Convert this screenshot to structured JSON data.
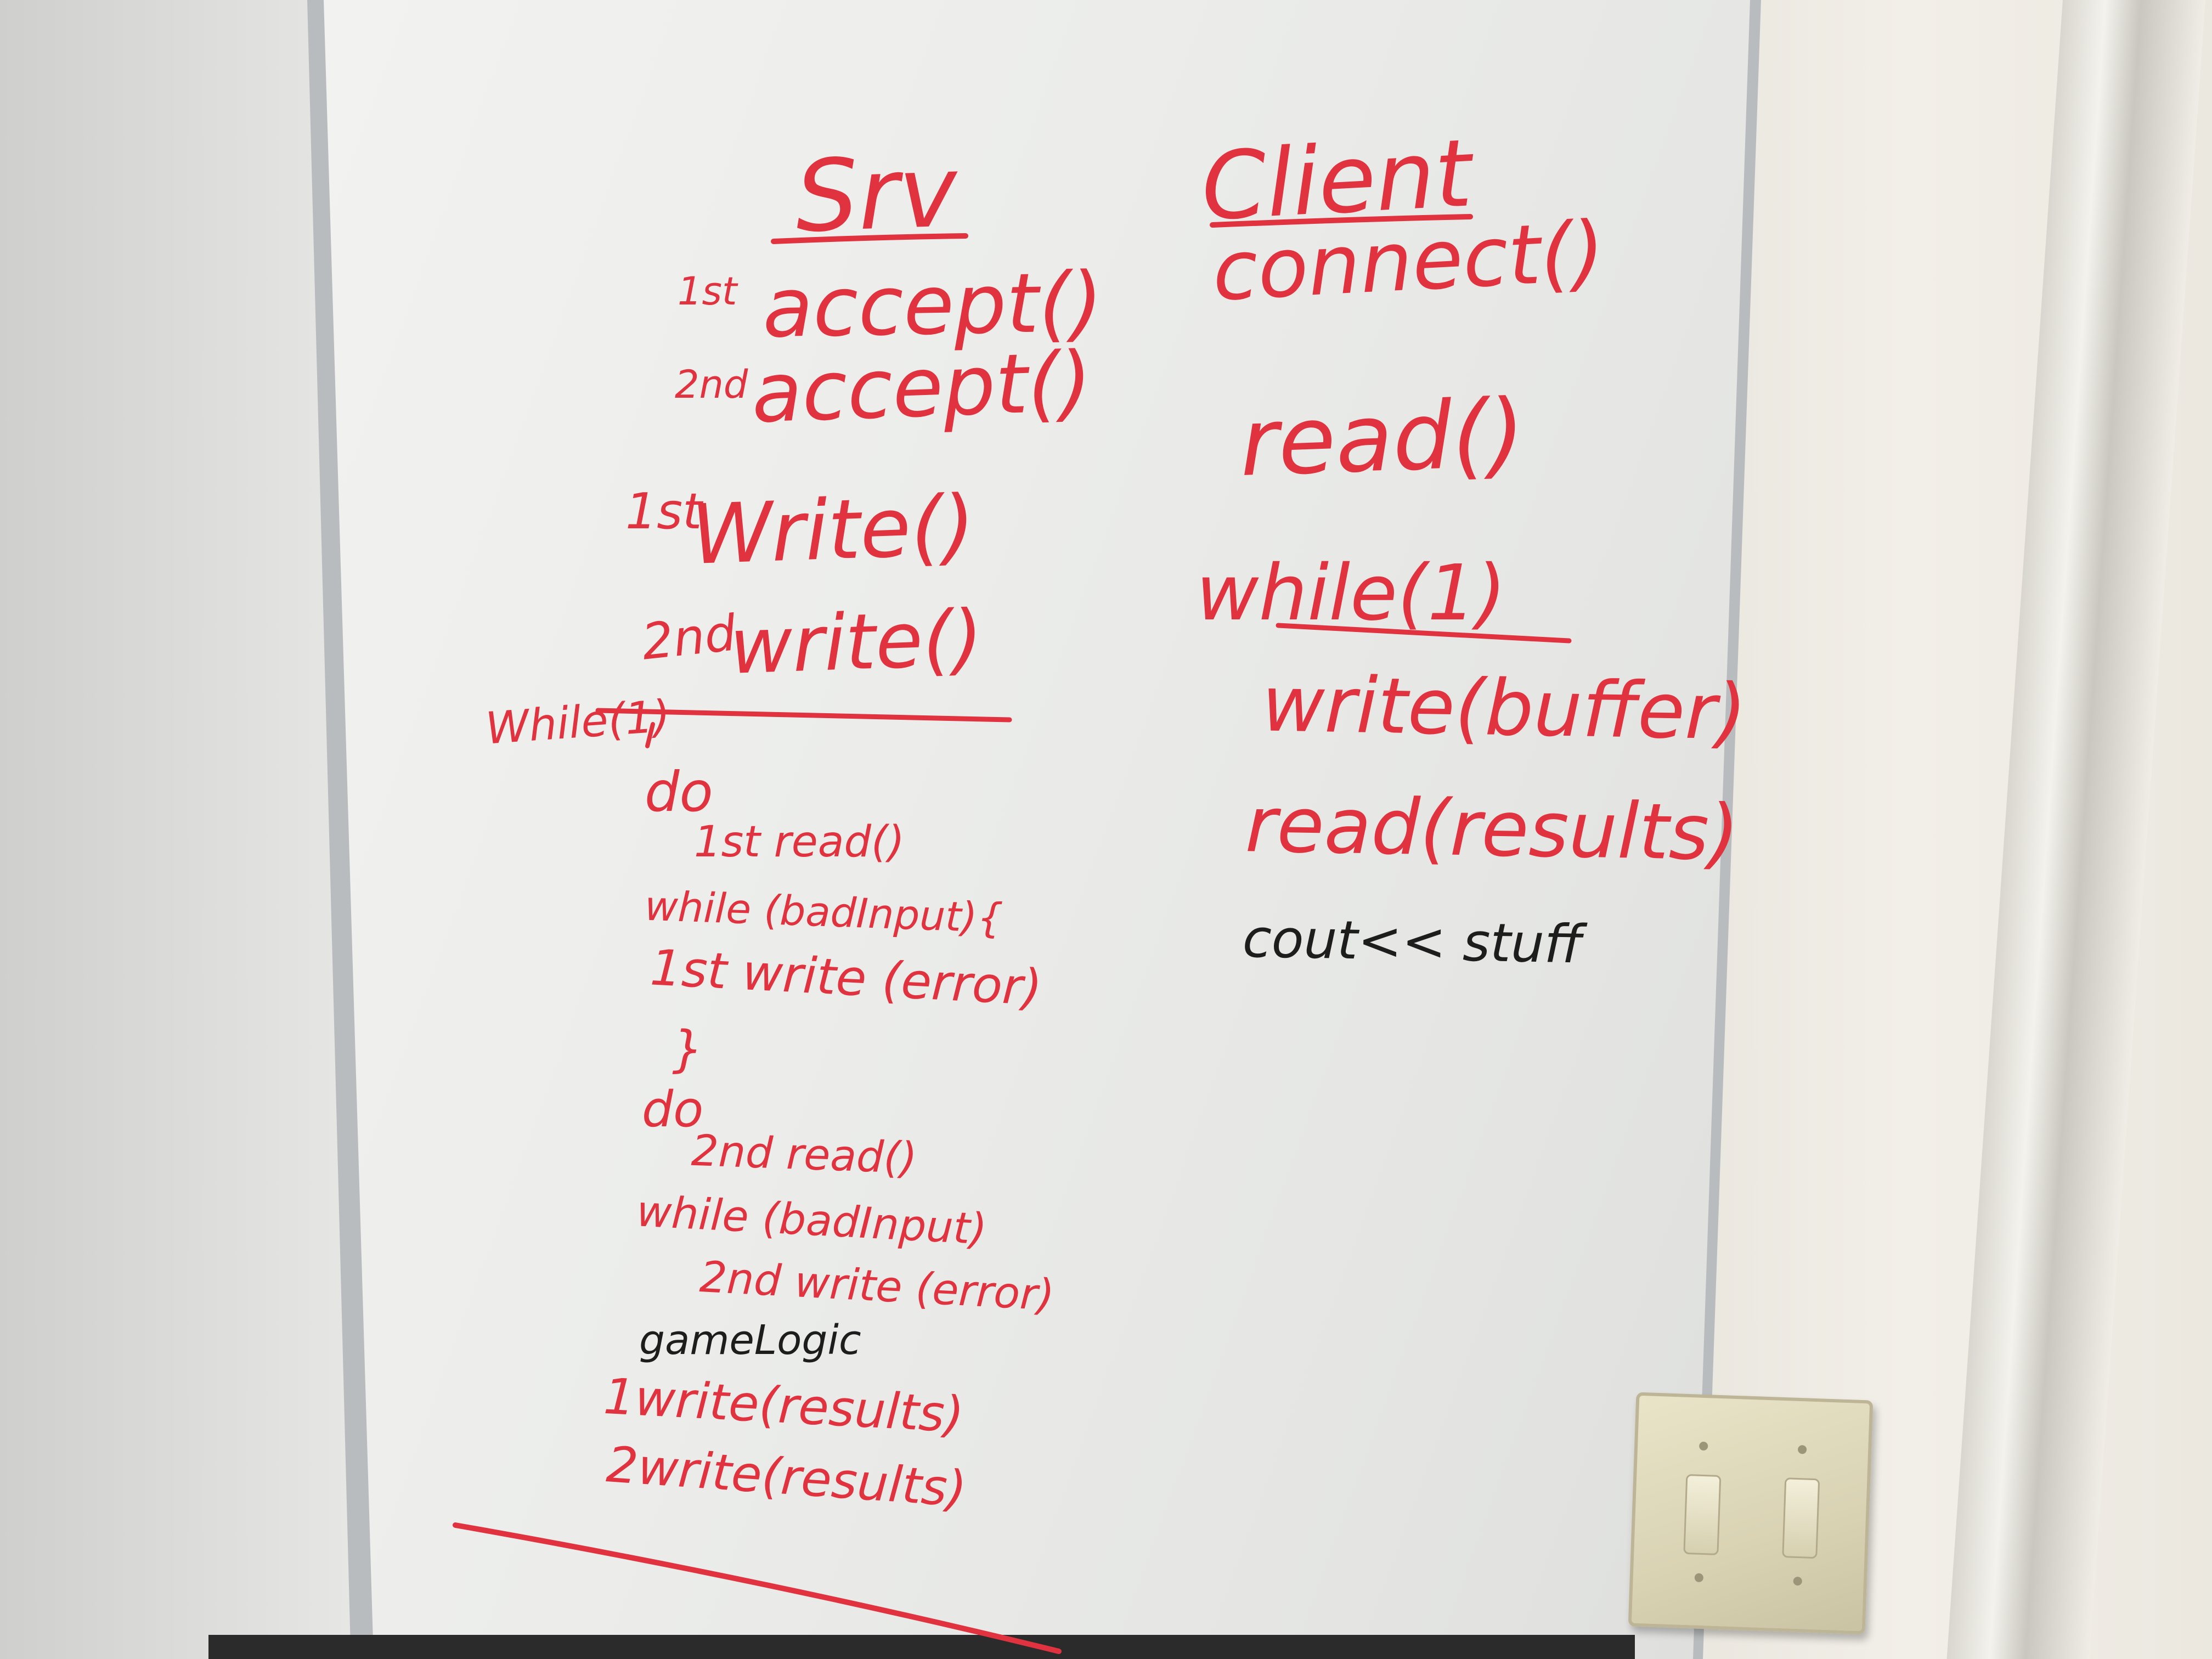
{
  "board": {
    "server": {
      "heading": "Srv",
      "lines": [
        "accept()",
        "accept()",
        "Write()",
        "write()"
      ],
      "order_marks": [
        "1st",
        "2nd",
        "1st",
        "2nd"
      ],
      "loop_label": "While(1)",
      "loop_body": [
        "do",
        "1st read()",
        "while (badInput){",
        "1st write (error)",
        "}",
        "do",
        "2nd read()",
        "while (badInput)",
        "2nd write (error)",
        "gameLogic",
        "1write(results)",
        "2write(results)"
      ]
    },
    "client": {
      "heading": "Client",
      "lines": [
        "connect()",
        "read()",
        "while(1)",
        "write(buffer)",
        "read(results)",
        "cout<< stuff"
      ]
    }
  },
  "colors": {
    "red_marker": "#e1333f",
    "black_marker": "#1d1d1d",
    "board": "#ecedeb"
  }
}
